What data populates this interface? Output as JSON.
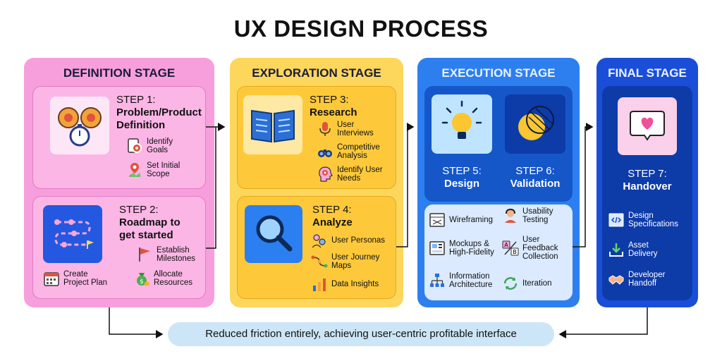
{
  "title": "UX DESIGN PROCESS",
  "stages": [
    {
      "name": "DEFINITION STAGE",
      "steps": [
        {
          "label": "STEP 1:",
          "title_lines": [
            "Problem/Product",
            "Definition"
          ],
          "items": [
            [
              "Identify",
              "Goals"
            ],
            [
              "Set Initial",
              "Scope"
            ]
          ]
        },
        {
          "label": "STEP 2:",
          "title_lines": [
            "Roadmap to",
            "get started"
          ],
          "items": [
            [
              "Establish",
              "Milestones"
            ],
            [
              "Create",
              "Project Plan"
            ],
            [
              "Allocate",
              "Resources"
            ]
          ]
        }
      ]
    },
    {
      "name": "EXPLORATION STAGE",
      "steps": [
        {
          "label": "STEP 3:",
          "title_lines": [
            "Research"
          ],
          "items": [
            [
              "User",
              "Interviews"
            ],
            [
              "Competitive",
              "Analysis"
            ],
            [
              "Identify User",
              "Needs"
            ]
          ]
        },
        {
          "label": "STEP 4:",
          "title_lines": [
            "Analyze"
          ],
          "items": [
            [
              "User Personas"
            ],
            [
              "User Journey",
              "Maps"
            ],
            [
              "Data Insights"
            ]
          ]
        }
      ]
    },
    {
      "name": "EXECUTION STAGE",
      "steps": [
        {
          "label": "STEP 5:",
          "title_lines": [
            "Design"
          ]
        },
        {
          "label": "STEP 6:",
          "title_lines": [
            "Validation"
          ]
        }
      ],
      "items": [
        [
          "Wireframing"
        ],
        [
          "Usability",
          "Testing"
        ],
        [
          "Mockups &",
          "High-Fidelity"
        ],
        [
          "User",
          "Feedback",
          "Collection"
        ],
        [
          "Information",
          "Architecture"
        ],
        [
          "Iteration"
        ]
      ]
    },
    {
      "name": "FINAL STAGE",
      "steps": [
        {
          "label": "STEP 7:",
          "title_lines": [
            "Handover"
          ]
        }
      ],
      "items": [
        [
          "Design",
          "Specifications"
        ],
        [
          "Asset",
          "Delivery"
        ],
        [
          "Developer",
          "Handoff"
        ]
      ]
    }
  ],
  "footer": "Reduced friction entirely, achieving user-centric profitable interface",
  "colors": {
    "definition": "#f79fdd",
    "definition_card": "#fbb6e6",
    "exploration": "#fcd75c",
    "exploration_card": "#fdc93b",
    "execution": "#2d7ff0",
    "execution_inner": "#1557c9",
    "final": "#1a4ed8",
    "final_inner": "#0d3ba8",
    "footer": "#cde6f7"
  }
}
